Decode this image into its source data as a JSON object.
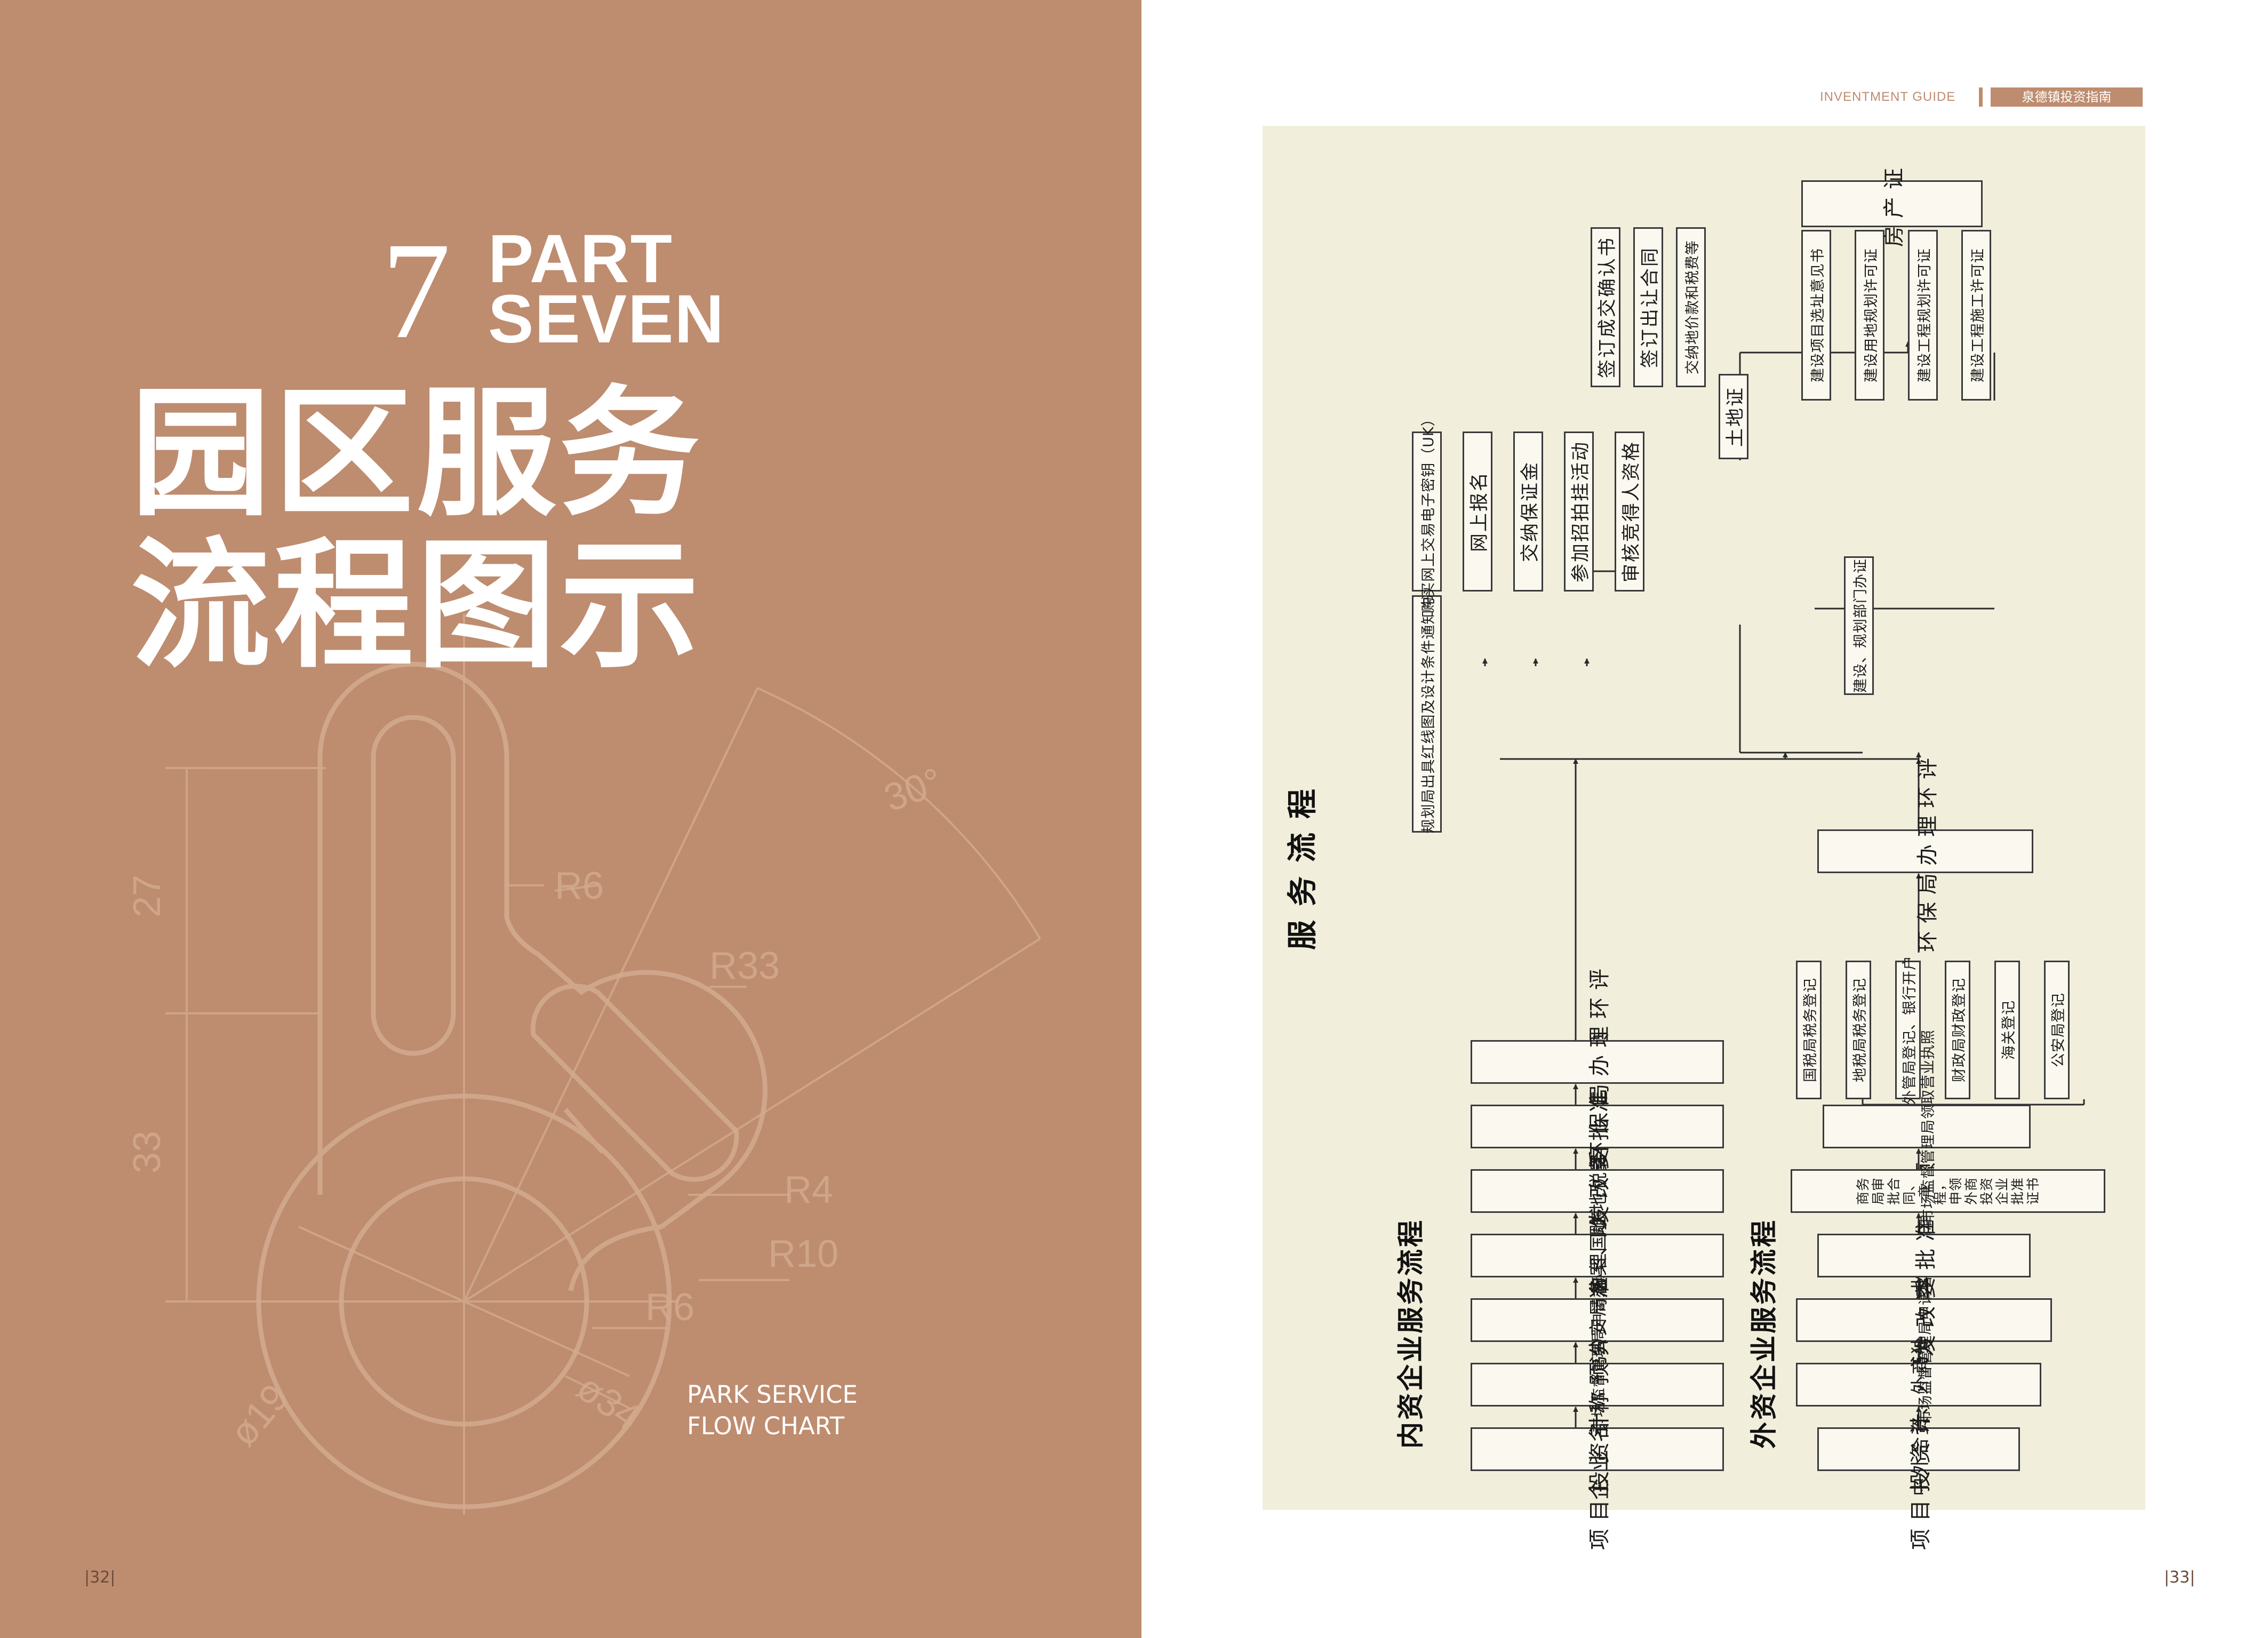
{
  "left_page": {
    "part_number": "7",
    "part_word_1": "PART",
    "part_word_2": "SEVEN",
    "title_line_1": "园区服务",
    "title_line_2": "流程图示",
    "subtitle_line_1": "PARK SERVICE",
    "subtitle_line_2": "FLOW CHART",
    "page_number": "|32|",
    "drawing_labels": {
      "d27": "27",
      "d33": "33",
      "r6a": "R6",
      "r33": "R33",
      "r4": "R4",
      "r10": "R10",
      "r6b": "R6",
      "d19": "ø19",
      "d34": "ø34",
      "a30": "30°"
    },
    "colors": {
      "background": "#be8c6f",
      "text": "#ffffff"
    }
  },
  "right_page": {
    "header_en": "INVENTMENT   GUIDE",
    "header_cn": "泉德镇投资指南",
    "page_number": "|33|",
    "colors": {
      "accent": "#be8c6f",
      "panel": "#f2eedc"
    },
    "flowchart": {
      "service_title": "服务流程",
      "domestic_title": "内资企业服务流程",
      "foreign_title": "外资企业服务流程",
      "domestic_steps": [
        "项目投资计划书",
        "企业名称预先核准",
        "市场监督管理局申请办理营业执照",
        "公安局备案、雕刻公章",
        "办理国、地税务登记证",
        "发改委批准立项",
        "环保局办理环评"
      ],
      "foreign_steps": [
        "项目投资计划书",
        "中外合资、外商独资企业",
        "市场监督管理局申请名称预核准",
        "发改委批准立项",
        "商务局审批合同、章程，申领外商投资企业批准证书",
        "市场监督管理局领取营业执照"
      ],
      "registrations": [
        "国税局税务登记",
        "地税局税务登记",
        "外管局登记、银行开户",
        "财政局财政登记",
        "海关登记",
        "公安局登记"
      ],
      "foreign_env": "环保局办理环评",
      "land_steps": [
        "规划局出具红线图及设计条件通知书",
        "购买网上交易电子密钥（UK）",
        "网上报名",
        "交纳保证金",
        "参加招拍挂活动",
        "审核竞得人资格"
      ],
      "contract_steps": [
        "签订成交确认书",
        "签订出让合同",
        "交纳地价款和税费等",
        "土地证"
      ],
      "construction_office": "建设、规划部门办证",
      "permits": [
        "建设项目选址意见书",
        "建设用地规划许可证",
        "建设工程规划许可证",
        "建设工程施工许可证"
      ],
      "property_cert": "房产证"
    }
  }
}
